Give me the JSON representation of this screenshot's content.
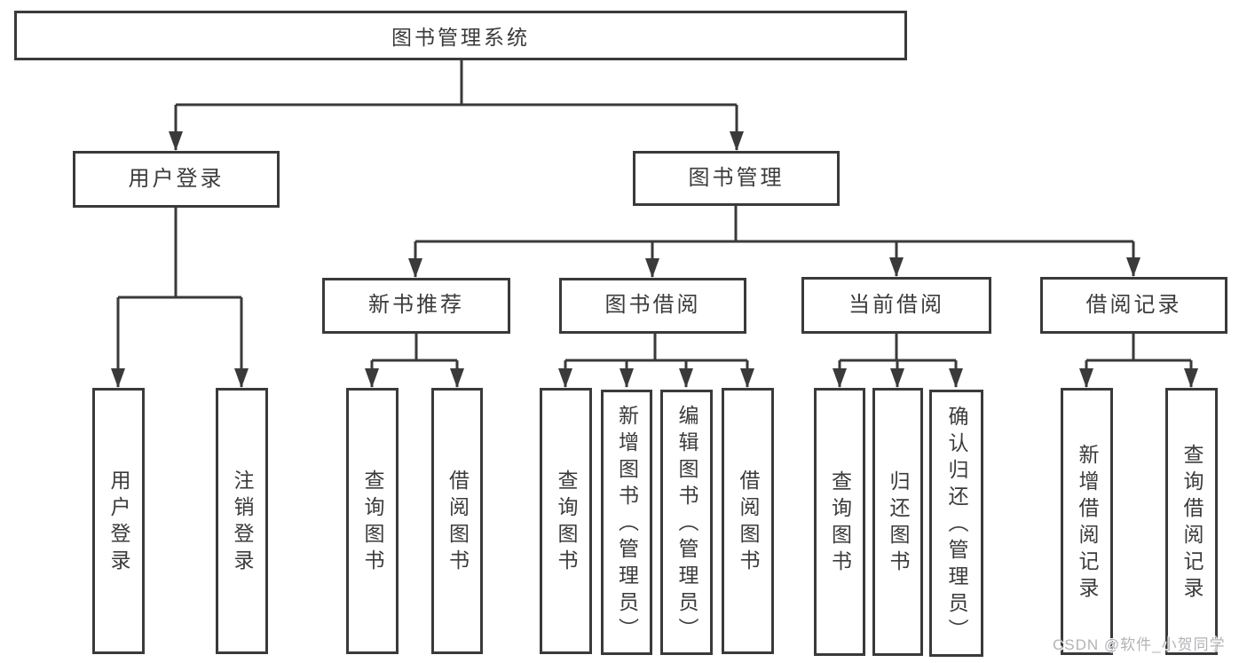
{
  "tree": {
    "label": "图书管理系统",
    "children": [
      {
        "label": "用户登录",
        "children": [
          {
            "label": "用户登录"
          },
          {
            "label": "注销登录"
          }
        ]
      },
      {
        "label": "图书管理",
        "children": [
          {
            "label": "新书推荐",
            "children": [
              {
                "label": "查询图书"
              },
              {
                "label": "借阅图书"
              }
            ]
          },
          {
            "label": "图书借阅",
            "children": [
              {
                "label": "查询图书"
              },
              {
                "label": "新增图书（管理员）"
              },
              {
                "label": "编辑图书（管理员）"
              },
              {
                "label": "借阅图书"
              }
            ]
          },
          {
            "label": "当前借阅",
            "children": [
              {
                "label": "查询图书"
              },
              {
                "label": "归还图书"
              },
              {
                "label": "确认归还（管理员）"
              }
            ]
          },
          {
            "label": "借阅记录",
            "children": [
              {
                "label": "新增借阅记录"
              },
              {
                "label": "查询借阅记录"
              }
            ]
          }
        ]
      }
    ]
  },
  "watermark": "CSDN @软件_小贺同学",
  "colors": {
    "line": "#3a3a3a",
    "text": "#3b3b3b",
    "watermark": "#b3b3b8",
    "background": "#ffffff"
  }
}
